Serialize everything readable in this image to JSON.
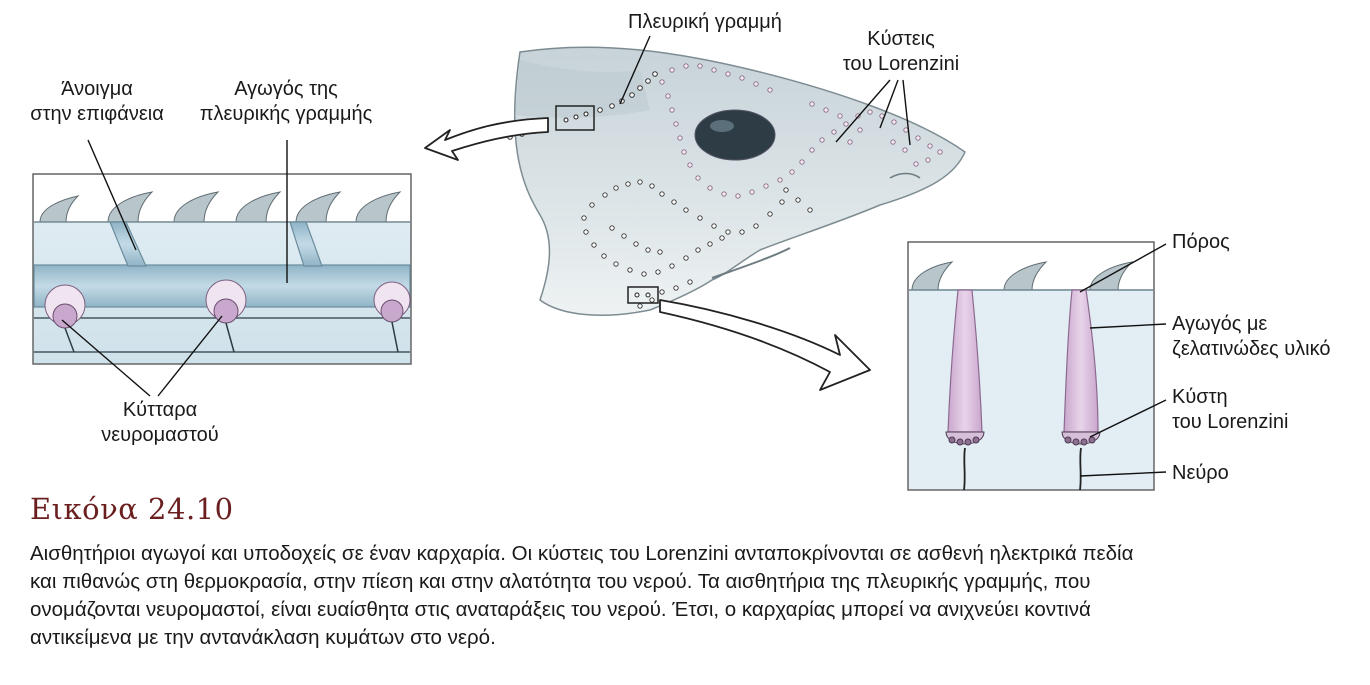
{
  "labels": {
    "lateral_line": "Πλευρική γραμμή",
    "lorenzini_sacs": [
      "Κύστεις",
      "του Lorenzini"
    ],
    "surface_opening": [
      "Άνοιγμα",
      "στην επιφάνεια"
    ],
    "lateral_line_canal": [
      "Αγωγός της",
      "πλευρικής γραμμής"
    ],
    "neuromast_cells": [
      "Κύτταρα",
      "νευρομαστού"
    ],
    "pore": "Πόρος",
    "gel_canal": [
      "Αγωγός με",
      "ζελατινώδες υλικό"
    ],
    "lorenzini_sac": [
      "Κύστη",
      "του Lorenzini"
    ],
    "nerve": "Νεύρο"
  },
  "figure": {
    "title": "Εικόνα 24.10",
    "caption_lines": [
      "Αισθητήριοι αγωγοί και υποδοχείς σε έναν καρχαρία. Οι κύστεις του Lorenzini ανταποκρίνονται σε ασθενή ηλεκτρικά πεδία",
      "και πιθανώς στη θερμοκρασία, στην πίεση και στην αλατότητα του νερού. Τα αισθητήρια της πλευρικής γραμμής, που",
      "ονομάζονται νευρομαστοί, είναι ευαίσθητα στις αναταράξεις του νερού. Έτσι, ο καρχαρίας μπορεί να ανιχνεύει κοντινά",
      "αντικείμενα με την αντανάκλαση κυμάτων στο νερό."
    ]
  },
  "colors": {
    "title": "#6b1f1f",
    "shark_skin": "#d3dde1",
    "canal_blue": "#a9c6d6",
    "panel_bg": "#dbe9f1",
    "gel_canal": "#dcc1df",
    "dots_pink": "#c9a4c4"
  }
}
